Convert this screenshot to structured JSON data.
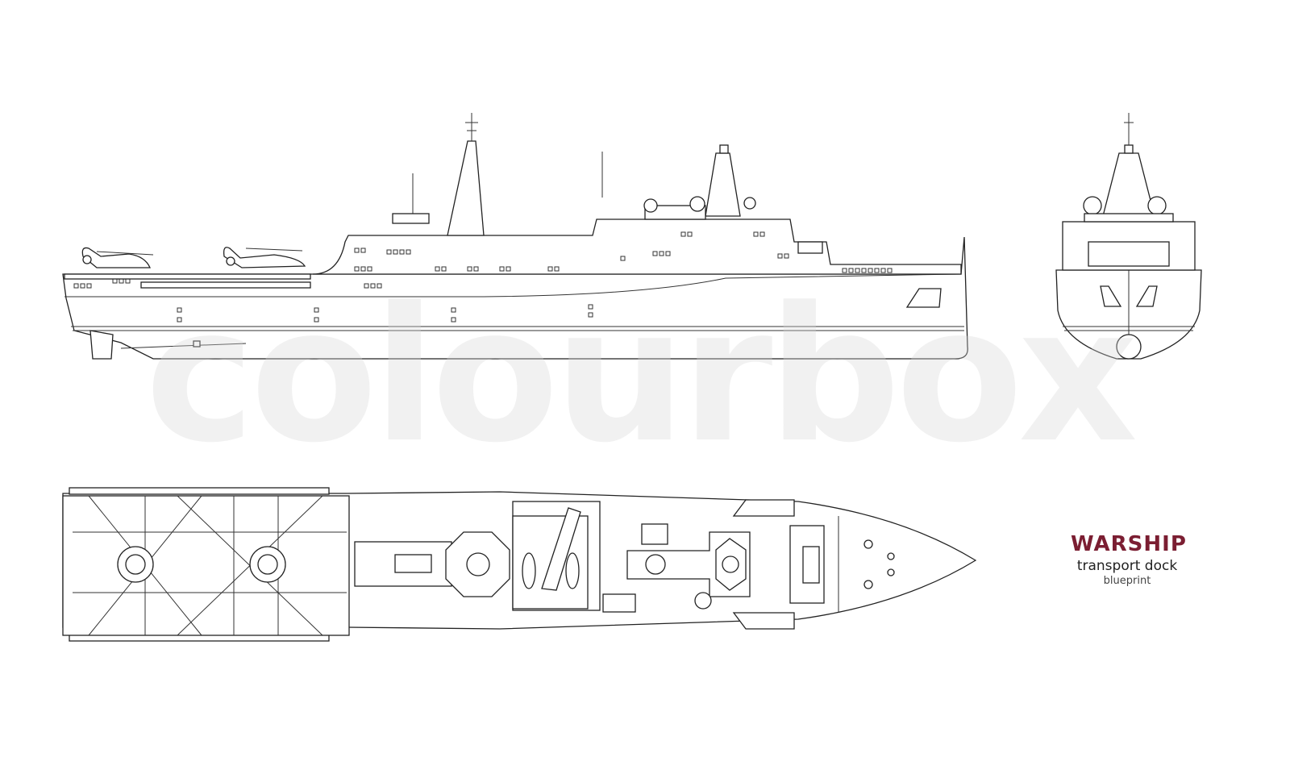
{
  "watermark": "colourbox",
  "title": {
    "heading": "WARSHIP",
    "subtitle": "transport dock",
    "caption": "blueprint"
  },
  "colors": {
    "heading": "#7b1e32",
    "lines": "#222222",
    "watermark": "#f2f2f2"
  },
  "views": [
    "side-view",
    "front-view",
    "top-view"
  ]
}
